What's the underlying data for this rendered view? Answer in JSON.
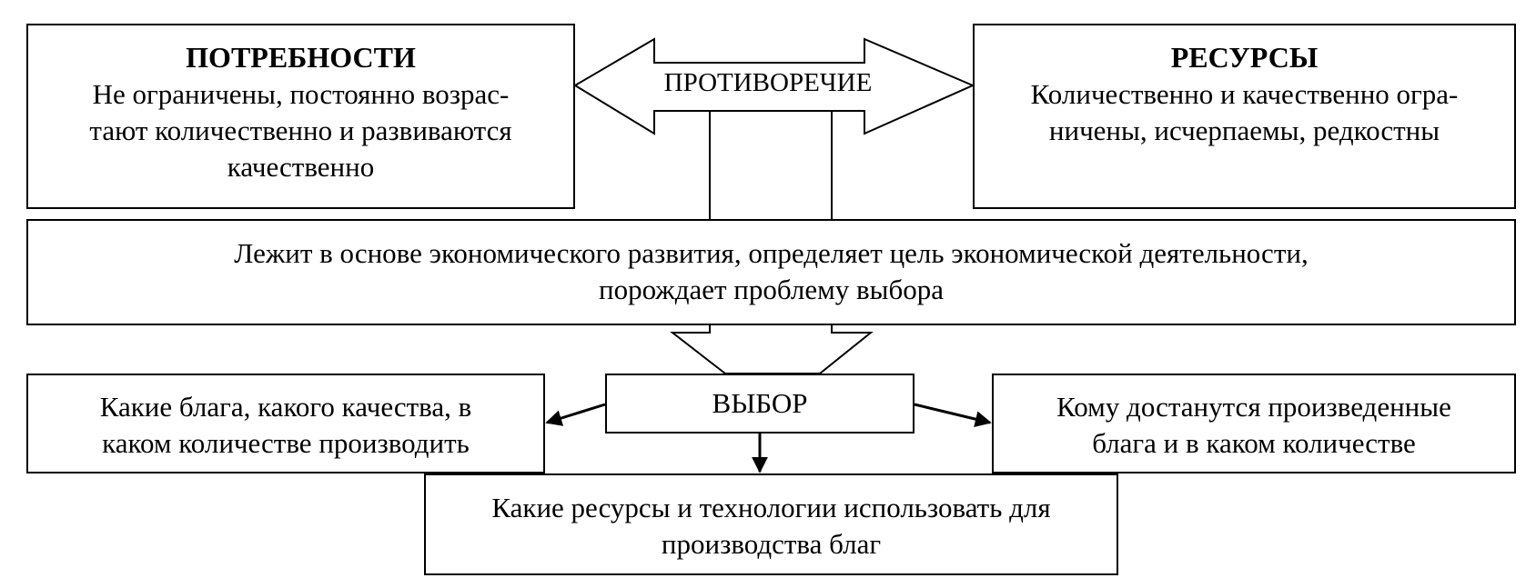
{
  "needs": {
    "title": "ПОТРЕБНОСТИ",
    "lines": [
      "Не ограничены, постоянно возрас-",
      "тают количественно и развиваются",
      "качественно"
    ]
  },
  "resources": {
    "title": "РЕСУРСЫ",
    "lines": [
      "Количественно и качественно огра-",
      "ничены, исчерпаемы, редкостны"
    ]
  },
  "contradiction": {
    "label": "ПРОТИВОРЕЧИЕ"
  },
  "basis": {
    "lines": [
      "Лежит в основе экономического развития, определяет цель экономической деятельности,",
      "порождает проблему выбора"
    ]
  },
  "choice": {
    "label": "ВЫБОР"
  },
  "what": {
    "lines": [
      "Какие блага, какого качества, в",
      "каком количестве производить"
    ]
  },
  "whom": {
    "lines": [
      "Кому достанутся произведенные",
      "блага и в каком количестве"
    ]
  },
  "how": {
    "lines": [
      "Какие ресурсы и технологии использовать для",
      "производства благ"
    ]
  },
  "colors": {
    "stroke": "#000000",
    "background": "#ffffff"
  }
}
